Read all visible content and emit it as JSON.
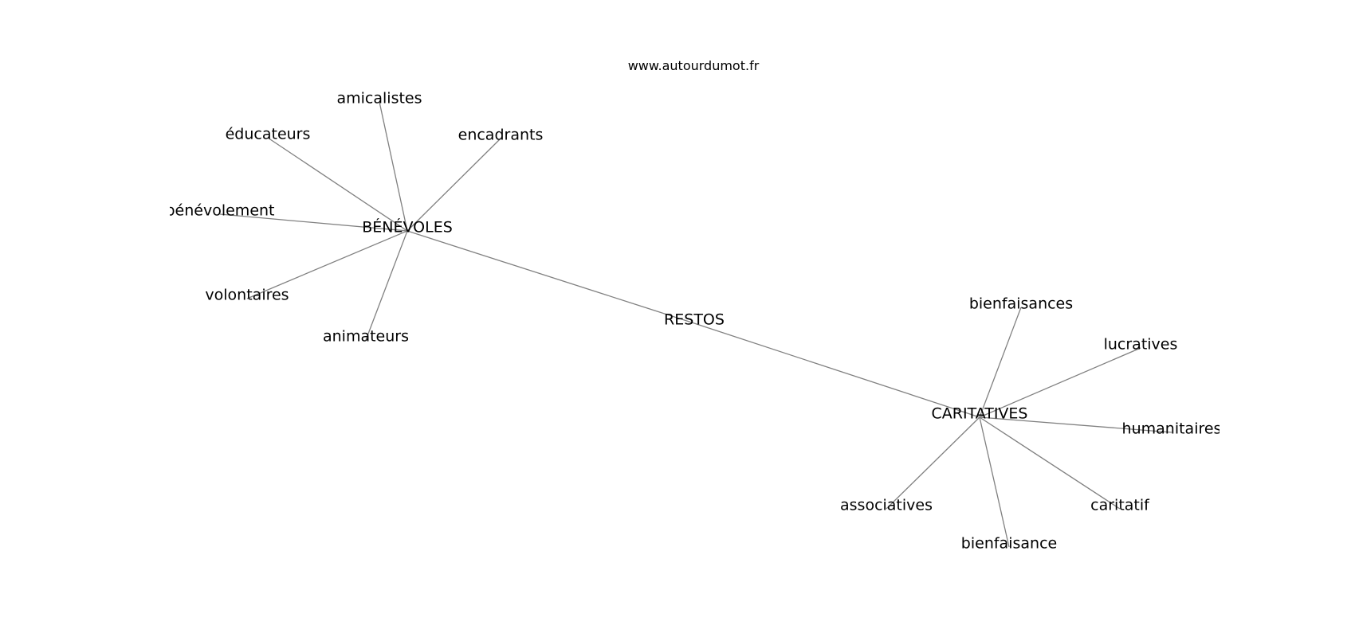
{
  "site": "www.autourdumot.fr",
  "graph": {
    "edge_color": "#808080",
    "label_color": "#000000",
    "nodes": [
      {
        "id": "restos",
        "label": "RESTOS"
      },
      {
        "id": "benevoles",
        "label": "BÉNÉVOLES"
      },
      {
        "id": "caritatives",
        "label": "CARITATIVES"
      },
      {
        "id": "amicalistes",
        "label": "amicalistes"
      },
      {
        "id": "educateurs",
        "label": "éducateurs"
      },
      {
        "id": "encadrants",
        "label": "encadrants"
      },
      {
        "id": "benevolement",
        "label": "bénévolement"
      },
      {
        "id": "volontaires",
        "label": "volontaires"
      },
      {
        "id": "animateurs",
        "label": "animateurs"
      },
      {
        "id": "bienfaisances",
        "label": "bienfaisances"
      },
      {
        "id": "lucratives",
        "label": "lucratives"
      },
      {
        "id": "humanitaires",
        "label": "humanitaires"
      },
      {
        "id": "associatives",
        "label": "associatives"
      },
      {
        "id": "caritatif",
        "label": "caritatif"
      },
      {
        "id": "bienfaisance",
        "label": "bienfaisance"
      }
    ],
    "edges": [
      [
        "restos",
        "benevoles"
      ],
      [
        "restos",
        "caritatives"
      ],
      [
        "benevoles",
        "amicalistes"
      ],
      [
        "benevoles",
        "educateurs"
      ],
      [
        "benevoles",
        "encadrants"
      ],
      [
        "benevoles",
        "benevolement"
      ],
      [
        "benevoles",
        "volontaires"
      ],
      [
        "benevoles",
        "animateurs"
      ],
      [
        "caritatives",
        "bienfaisances"
      ],
      [
        "caritatives",
        "lucratives"
      ],
      [
        "caritatives",
        "humanitaires"
      ],
      [
        "caritatives",
        "associatives"
      ],
      [
        "caritatives",
        "caritatif"
      ],
      [
        "caritatives",
        "bienfaisance"
      ]
    ]
  }
}
